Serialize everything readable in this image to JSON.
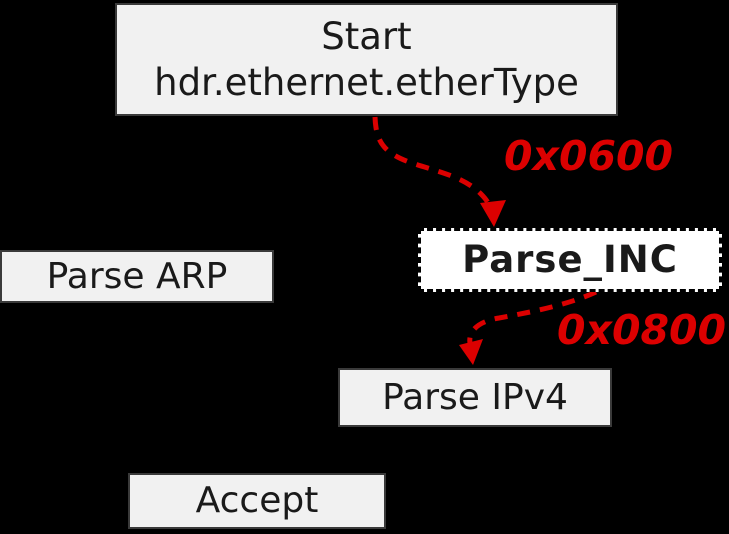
{
  "diagram": {
    "type": "parser-state-machine",
    "nodes": {
      "start": {
        "line1": "Start",
        "line2": "hdr.ethernet.etherType"
      },
      "parse_arp": {
        "label": "Parse ARP"
      },
      "parse_inc": {
        "label": "Parse_INC"
      },
      "parse_ipv4": {
        "label": "Parse IPv4"
      },
      "accept": {
        "label": "Accept"
      }
    },
    "edges": [
      {
        "from": "Start",
        "to": "Parse_INC",
        "label": "0x0600",
        "style": "red-dashed-arrow"
      },
      {
        "from": "Parse_INC",
        "to": "Parse IPv4",
        "label": "0x0800",
        "style": "red-dashed-arrow"
      }
    ]
  },
  "colors": {
    "background": "#000000",
    "edge_red": "#dc0000",
    "node_fill": "#f1f1f1",
    "inc_fill": "#ffffff",
    "node_border": "#3a3a3a",
    "text": "#1a1a1a"
  }
}
